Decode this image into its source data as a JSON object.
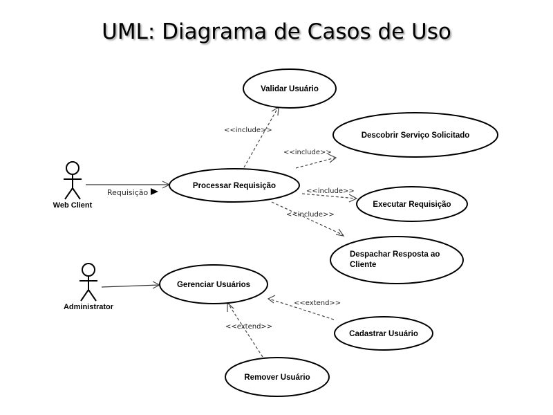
{
  "title": "UML: Diagrama de Casos de Uso",
  "actors": {
    "web_client": "Web Client",
    "administrator": "Administrator"
  },
  "use_cases": {
    "validar": "Validar Usuário",
    "descobrir": "Descobrir Serviço Solicitado",
    "processar": "Processar Requisição",
    "executar": "Executar Requisição",
    "despachar_1": "Despachar Resposta ao",
    "despachar_2": "Cliente",
    "gerenciar": "Gerenciar Usuários",
    "cadastrar": "Cadastrar Usuário",
    "remover": "Remover Usuário"
  },
  "relations": {
    "include": "<<include>>",
    "extend": "<<extend>>",
    "requisicao": "Requisição"
  }
}
